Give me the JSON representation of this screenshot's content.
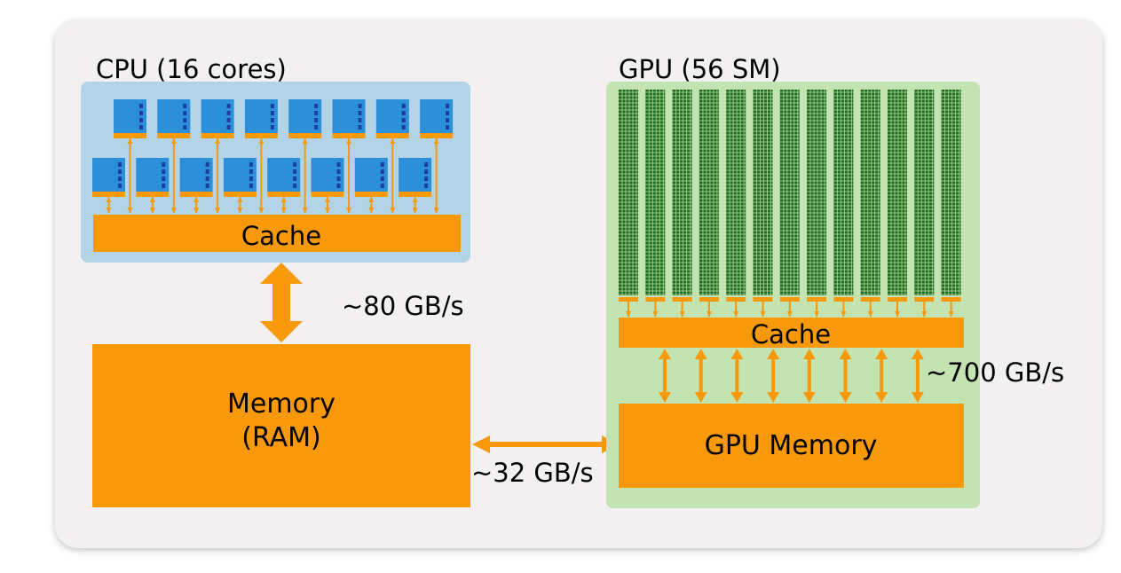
{
  "cpu": {
    "title": "CPU (16 cores)",
    "cache_label": "Cache",
    "core_count": 16
  },
  "gpu": {
    "title": "GPU (56 SM)",
    "cache_label": "Cache",
    "memory_label": "GPU Memory",
    "sm_columns_shown": 13
  },
  "ram": {
    "line1": "Memory",
    "line2": "(RAM)"
  },
  "bandwidth": {
    "cpu_ram": "~80 GB/s",
    "ram_gpu": "~32 GB/s",
    "gpu_cache_memory": "~700 GB/s"
  },
  "colors": {
    "orange": "#f7990a",
    "cpu_panel": "#b3d3e6",
    "gpu_panel": "#c3e3b0",
    "outer_panel": "#f2f0f0",
    "core_blue": "#2b8fd9",
    "core_dots": "#1a3f9e",
    "sm_green": "#1f6e1f"
  }
}
